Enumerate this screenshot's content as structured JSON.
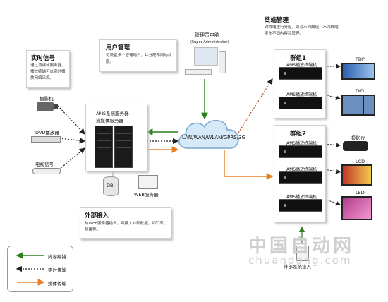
{
  "source": {
    "title": "实时信号",
    "desc": "通过流媒体服务器，播放终端可以实时播放网络串流。",
    "devices": [
      "摄影机",
      "DVD播放器",
      "电视信号"
    ]
  },
  "user_mgmt": {
    "title": "用户管理",
    "desc": "可设置多个管理用户，并分配不同的权限。"
  },
  "admin_pc": {
    "label": "管理员电脑",
    "sub": "(Super Administrator)"
  },
  "server": {
    "line1": "AMS系统服务器",
    "line2": "流媒体服务器"
  },
  "db": {
    "label": "DB"
  },
  "web_server": {
    "label": "WEB服务器"
  },
  "network": {
    "label": "LAN/WAN/WLAN/GPRS/3G"
  },
  "terminal_mgmt": {
    "title": "终端管理",
    "desc": "对终端进行分组，可对不同群组、不同终端发布不同内容和管理。"
  },
  "group1": {
    "title": "群组1",
    "units": [
      "AMS播放终端机",
      "AMS播放终端机"
    ],
    "displays": [
      "PDP",
      "DID"
    ]
  },
  "group2": {
    "title": "群组2",
    "units": [
      "AMS播放终端机",
      "AMS播放终端机",
      "AMS播放终端机"
    ],
    "displays": [
      "投影仪",
      "LCD",
      "LED"
    ]
  },
  "external": {
    "title": "外部接入",
    "desc": "与WEB服务器结合，可接入外部数据，如汇率、股票等。",
    "system": "外部系统接入"
  },
  "legend": {
    "items": [
      "内容编排",
      "实时传输",
      "媒体传输"
    ]
  },
  "watermark": {
    "cn": "中国自动网",
    "en": "chuandong.com"
  },
  "colors": {
    "content": "#2e7d1e",
    "realtime": "#222222",
    "media": "#e67e22"
  }
}
